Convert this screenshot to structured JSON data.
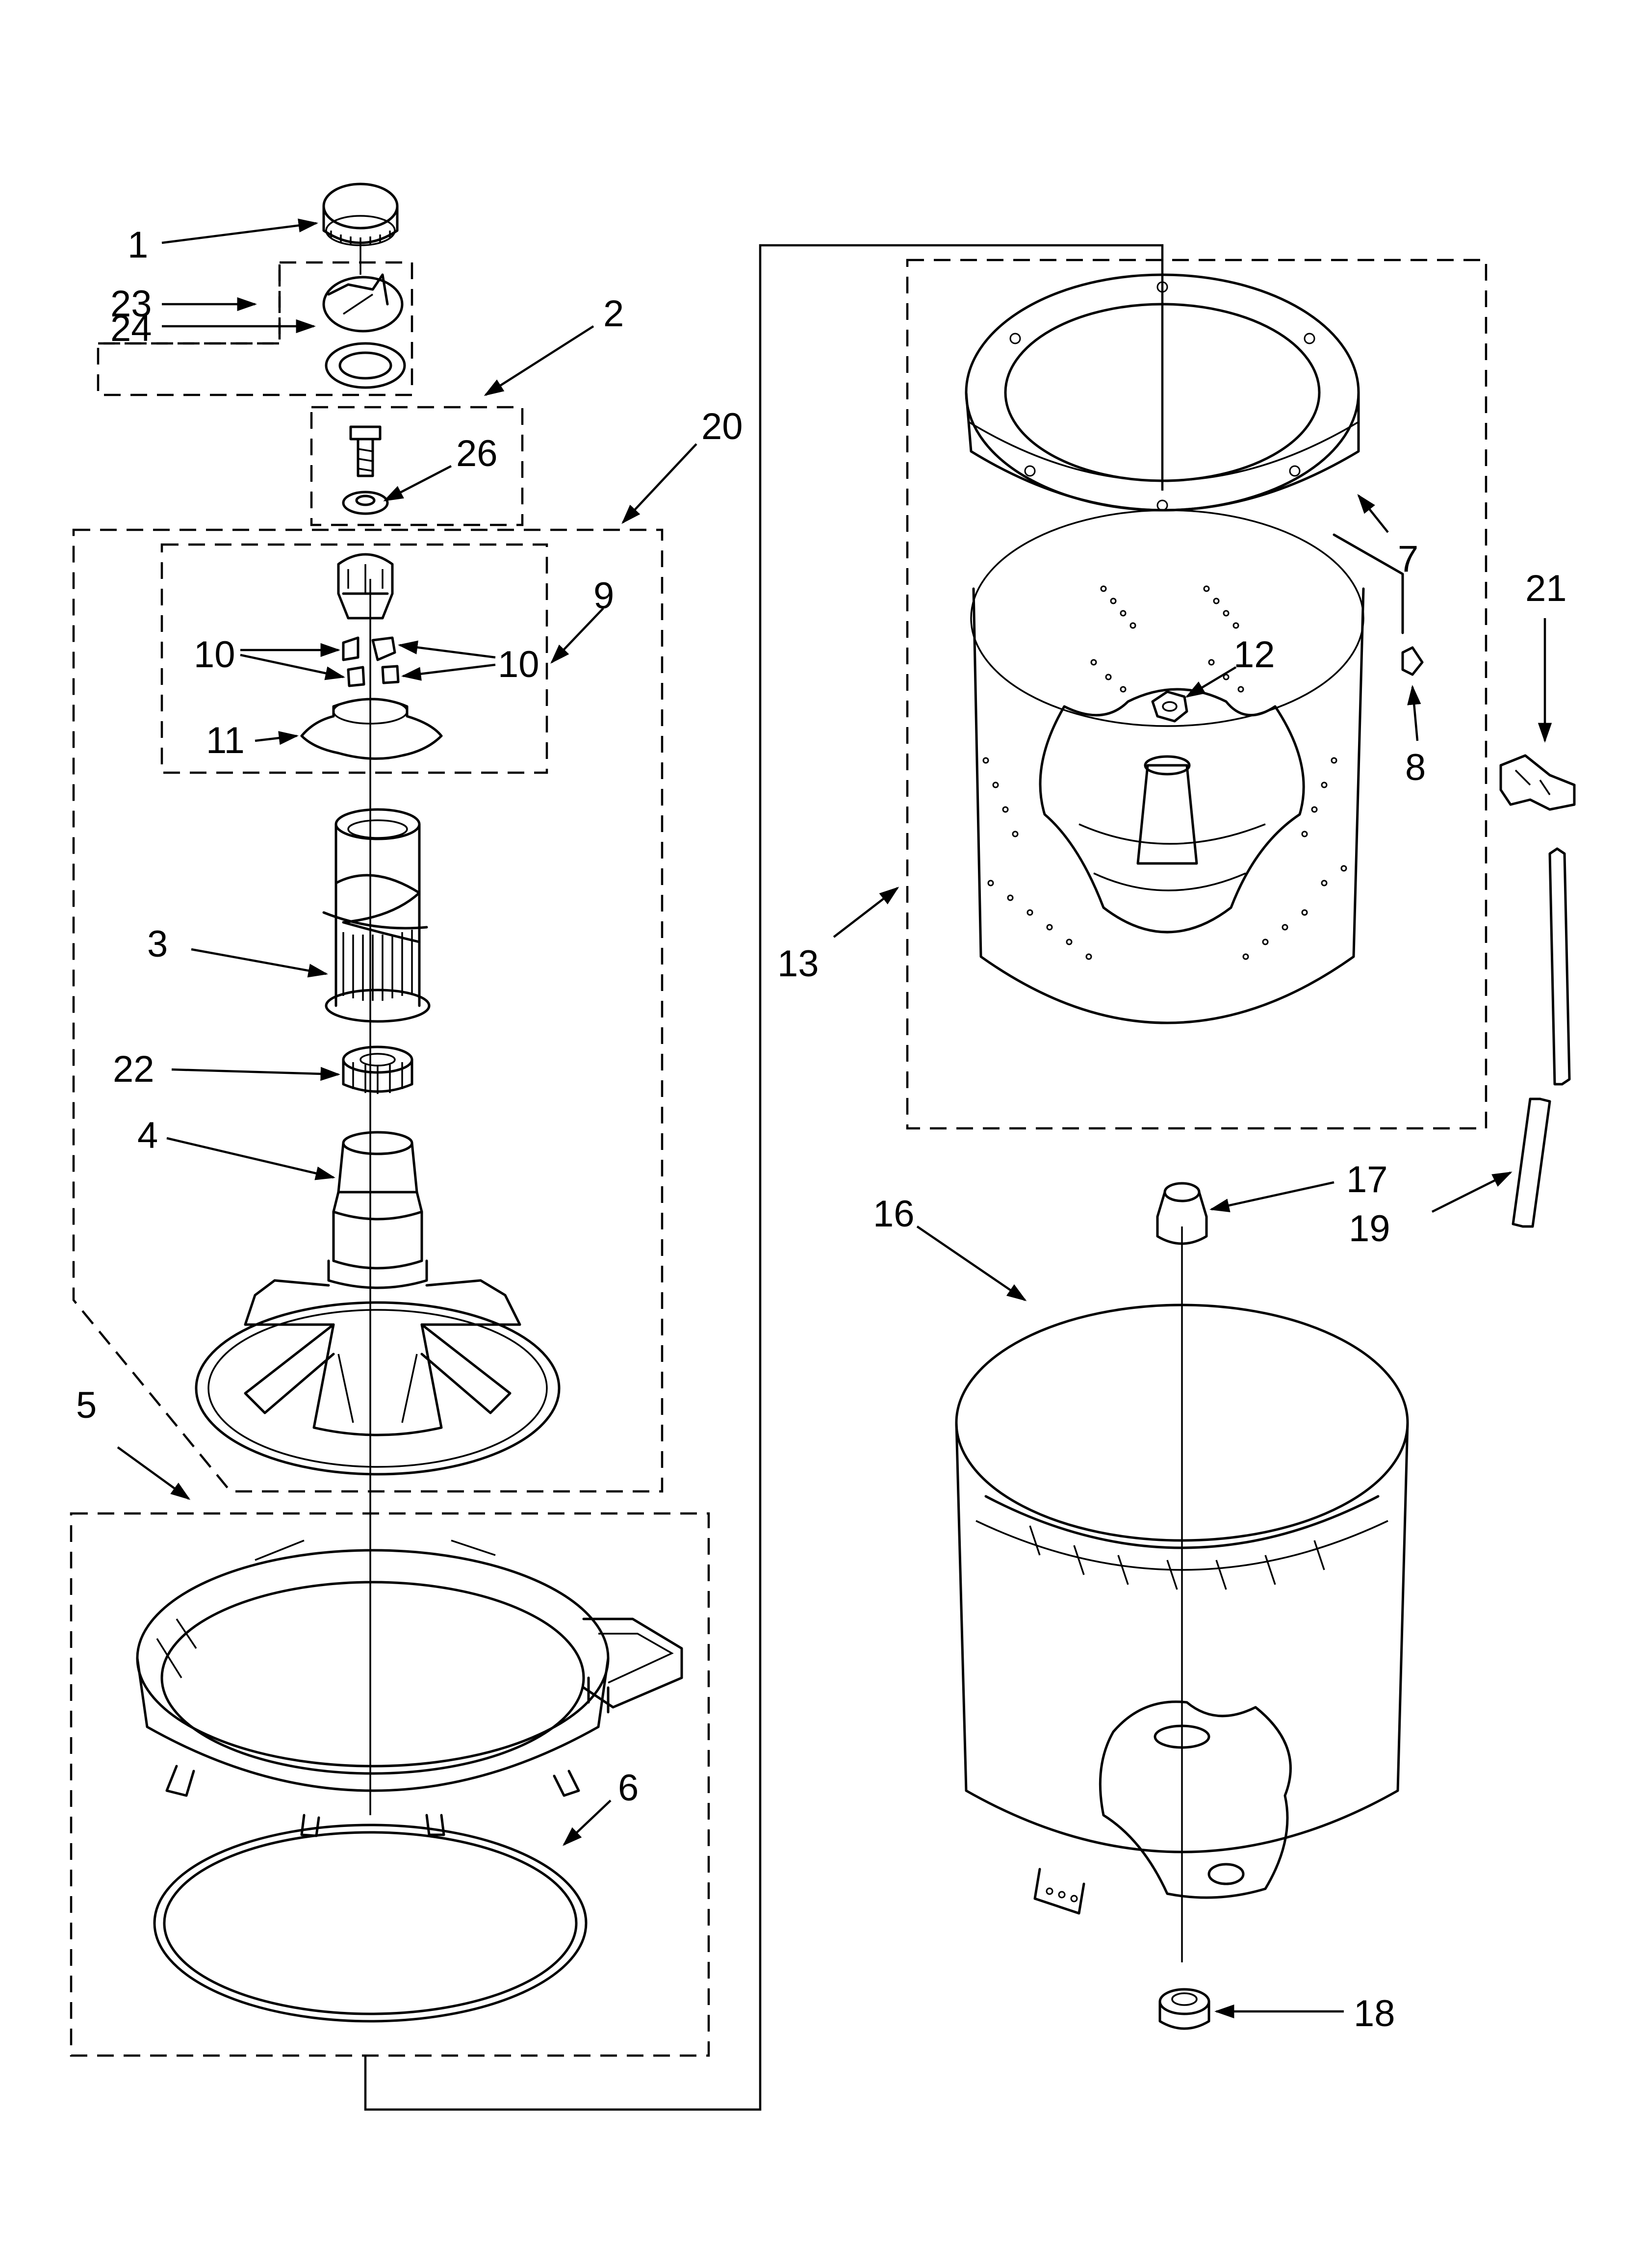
{
  "diagram": {
    "callouts": [
      {
        "id": "1",
        "text": "1"
      },
      {
        "id": "2",
        "text": "2"
      },
      {
        "id": "3",
        "text": "3"
      },
      {
        "id": "4",
        "text": "4"
      },
      {
        "id": "5",
        "text": "5"
      },
      {
        "id": "6",
        "text": "6"
      },
      {
        "id": "7",
        "text": "7"
      },
      {
        "id": "8",
        "text": "8"
      },
      {
        "id": "9",
        "text": "9"
      },
      {
        "id": "10a",
        "text": "10"
      },
      {
        "id": "10b",
        "text": "10"
      },
      {
        "id": "11",
        "text": "11"
      },
      {
        "id": "12",
        "text": "12"
      },
      {
        "id": "13",
        "text": "13"
      },
      {
        "id": "16",
        "text": "16"
      },
      {
        "id": "17",
        "text": "17"
      },
      {
        "id": "18",
        "text": "18"
      },
      {
        "id": "19",
        "text": "19"
      },
      {
        "id": "20",
        "text": "20"
      },
      {
        "id": "21",
        "text": "21"
      },
      {
        "id": "22",
        "text": "22"
      },
      {
        "id": "23",
        "text": "23"
      },
      {
        "id": "24",
        "text": "24"
      },
      {
        "id": "26",
        "text": "26"
      }
    ]
  }
}
